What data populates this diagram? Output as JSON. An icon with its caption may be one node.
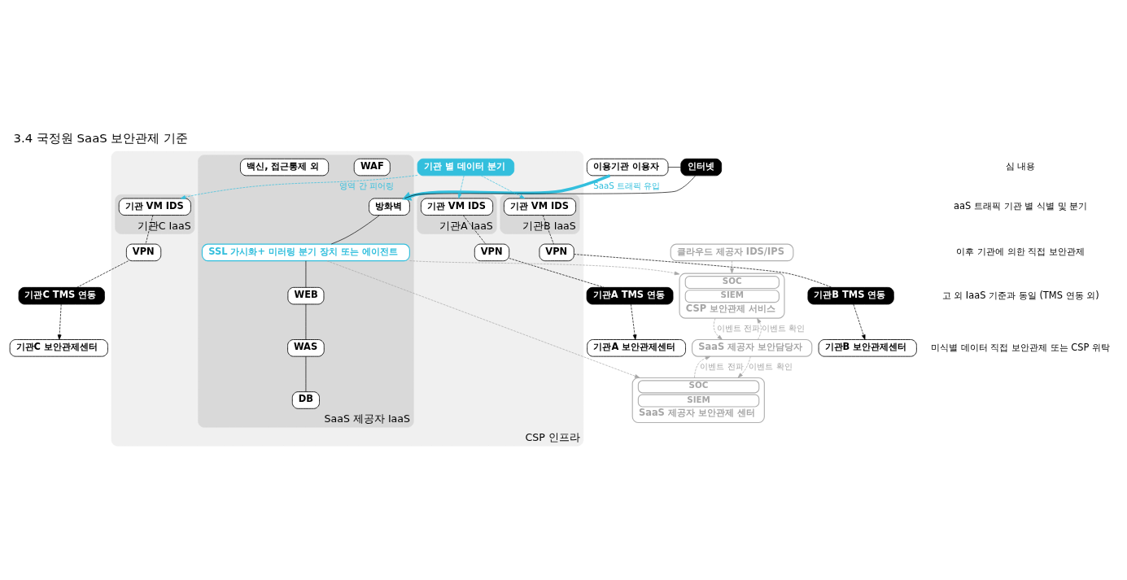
{
  "diagram": {
    "title": "3.4 국정원 SaaS 보안관제 기준",
    "nodes": [
      {
        "text": [
          "이용기관 이용자"
        ]
      },
      {
        "text": [
          "인터넷"
        ]
      },
      {
        "text": [
          "클라우드 제공자 IDS/IPS"
        ]
      },
      {
        "text": [
          "SOC",
          "SIEM",
          "CSP 보안관제 서비스"
        ]
      },
      {
        "text": [
          "SaaS 제공자 보안담당자"
        ]
      },
      {
        "text": [
          "SOC",
          "SIEM",
          "SaaS 제공자 보안관제 센터"
        ]
      },
      {
        "text": [
          "CSP 인프라"
        ]
      },
      {
        "text": [
          "기관A IaaS"
        ],
        "in": 6
      },
      {
        "text": [
          "기관 VM IDS"
        ],
        "in": 7
      },
      {
        "text": [
          "VPN"
        ],
        "in": 6
      },
      {
        "text": [
          "기관A TMS 연동"
        ]
      },
      {
        "text": [
          "기관A 보안관제센터"
        ]
      },
      {
        "text": [
          "기관B IaaS"
        ],
        "in": 6
      },
      {
        "text": [
          "기관 VM IDS"
        ],
        "in": 12
      },
      {
        "text": [
          "VPN"
        ],
        "in": 6
      },
      {
        "text": [
          "기관B TMS 연동"
        ]
      },
      {
        "text": [
          "기관B 보안관제센터"
        ]
      },
      {
        "text": [
          "기관C IaaS"
        ],
        "in": 6
      },
      {
        "text": [
          "기관 VM IDS"
        ],
        "in": 17
      },
      {
        "text": [
          "VPN"
        ],
        "in": 6
      },
      {
        "text": [
          "기관C TMS 연동"
        ]
      },
      {
        "text": [
          "기관C 보안관제센터"
        ]
      },
      {
        "text": [
          "SaaS 제공자 IaaS"
        ],
        "in": 6
      },
      {
        "text": [
          "방화벽"
        ],
        "in": 22
      },
      {
        "text": [
          "SSL 가시화+ 미러링 분기 장치 또는 에이전트"
        ],
        "in": 22
      },
      {
        "text": [
          "기관 별 데이터 분기"
        ],
        "in": 6
      },
      {
        "text": [
          "WEB"
        ],
        "in": 22
      },
      {
        "text": [
          "WAF"
        ],
        "in": 22
      },
      {
        "text": [
          "WAS"
        ],
        "in": 22
      },
      {
        "text": [
          "DB"
        ],
        "in": 22
      },
      {
        "text": [
          "백신, 접근통제 외"
        ],
        "in": 22
      }
    ],
    "edges": [
      {
        "from": 0,
        "to": 1,
        "arrow": "none"
      },
      {
        "from": 1,
        "to": 23,
        "arrow": "none"
      },
      {
        "from": 0,
        "to": 23,
        "arrow": "to",
        "label": "SaaS 트래픽 유입",
        "style": "thick",
        "color": "#33bfdd"
      },
      {
        "from": 2,
        "to": 3,
        "arrow": "to",
        "style": "dashed",
        "color": "#a6a6a6"
      },
      {
        "from": 3,
        "to": 4,
        "arrow": "to",
        "label": "이벤트 전파",
        "style": "dashed",
        "color": "#a6a6a6"
      },
      {
        "from": 4,
        "to": 3,
        "arrow": "to",
        "label": "이벤트 확인",
        "style": "dashed",
        "color": "#a6a6a6"
      },
      {
        "from": 5,
        "to": 4,
        "arrow": "to",
        "label": "이벤트 전파",
        "style": "dashed",
        "color": "#a6a6a6"
      },
      {
        "from": 4,
        "to": 5,
        "arrow": "to",
        "label": "이벤트 확인",
        "style": "dashed",
        "color": "#a6a6a6"
      },
      {
        "from": 24,
        "to": 5,
        "arrow": "to",
        "style": "dashed",
        "color": "#a6a6a6"
      },
      {
        "from": 24,
        "to": 3,
        "arrow": "to",
        "style": "dashed",
        "color": "#a6a6a6"
      },
      {
        "from": 23,
        "to": 24,
        "arrow": "none"
      },
      {
        "from": 24,
        "to": 26,
        "arrow": "none"
      },
      {
        "from": 26,
        "to": 28,
        "arrow": "none"
      },
      {
        "from": 28,
        "to": 29,
        "arrow": "none"
      },
      {
        "from": 25,
        "to": 8,
        "arrow": "to",
        "style": "dashed",
        "color": "#33bfdd"
      },
      {
        "from": 25,
        "to": 13,
        "arrow": "to",
        "style": "dashed",
        "color": "#33bfdd"
      },
      {
        "from": 25,
        "to": 18,
        "arrow": "to",
        "label": "영역 간 피어링",
        "style": "dashed",
        "color": "#33bfdd"
      },
      {
        "from": 8,
        "to": 9,
        "arrow": "none",
        "style": "dashed"
      },
      {
        "from": 9,
        "to": 10,
        "arrow": "none",
        "style": "dashed"
      },
      {
        "from": 10,
        "to": 11,
        "arrow": "to",
        "style": "dashed"
      },
      {
        "from": 13,
        "to": 14,
        "arrow": "none",
        "style": "dashed"
      },
      {
        "from": 14,
        "to": 15,
        "arrow": "none",
        "style": "dashed"
      },
      {
        "from": 15,
        "to": 16,
        "arrow": "to",
        "style": "dashed"
      },
      {
        "from": 18,
        "to": 19,
        "arrow": "none",
        "style": "dashed"
      },
      {
        "from": 19,
        "to": 20,
        "arrow": "none",
        "style": "dashed"
      },
      {
        "from": 20,
        "to": 21,
        "arrow": "to",
        "style": "dashed"
      }
    ],
    "labels": [
      "심 내용",
      "aaS 트래픽 기관 별 식별 및 분기",
      "이후 기관에 의한 직접 보안관제",
      "고 외 IaaS 기준과 동일 (TMS 연동 외)",
      "미식별 데이터 직접 보안관제 또는 CSP 위탁"
    ]
  }
}
